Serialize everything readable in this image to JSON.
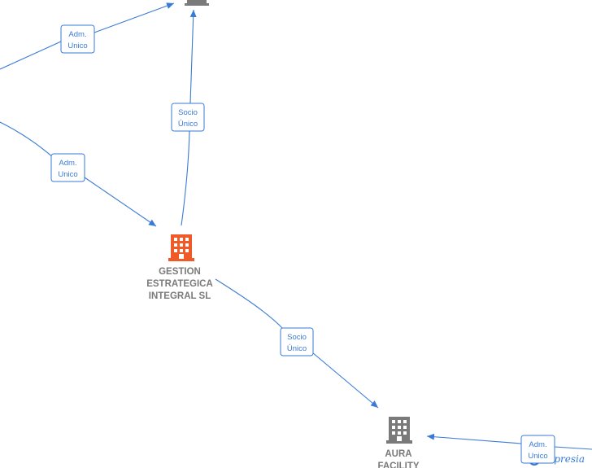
{
  "colors": {
    "edge": "#3a7bd5",
    "node_main": "#f05a28",
    "node_other": "#7a7a7a",
    "label_text": "#7a7a7a"
  },
  "nodes": {
    "top": {
      "icon": "building-icon",
      "lines": []
    },
    "main": {
      "icon": "building-icon",
      "lines": [
        "GESTION",
        "ESTRATEGICA",
        "INTEGRAL  SL"
      ]
    },
    "aura": {
      "icon": "building-icon",
      "lines": [
        "AURA",
        "FACILITY"
      ]
    }
  },
  "edges": {
    "left_upper_to_top": [
      "Adm.",
      "Unico"
    ],
    "left_lower_to_main": [
      "Adm.",
      "Unico"
    ],
    "main_to_top": [
      "Socio",
      "Único"
    ],
    "main_to_aura": [
      "Socio",
      "Único"
    ],
    "right_to_aura": [
      "Adm.",
      "Unico"
    ]
  },
  "watermark": {
    "text": "mpresia",
    "icon": "logo-circle-icon"
  }
}
